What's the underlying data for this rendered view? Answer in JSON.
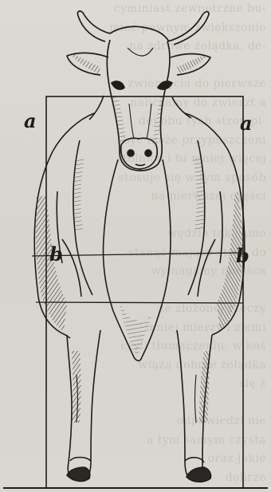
{
  "figure": {
    "markers": {
      "a_left": "a",
      "a_right": "a",
      "b_left": "b",
      "b_right": "b"
    }
  },
  "bleed_through_lines": [
    "cyminiast zewnętrzne bu-",
    "mieć pewnym zwiększonie",
    "na zdrowe żołądka, de-",
    "",
    "zwierzęcia do pierwsze",
    "naliczamy do zwierzt a",
    "dej obu tych stron pi-",
    "być może przypuszczeni",
    "stolnice i tu mniej więcej",
    "stosuje się w tym sposób",
    "na pierwszej części",
    "",
    "wędzie tak samo",
    "stanąć mający stron do",
    "wymagamy miejsca",
    "",
    "ze złożonej rzeczy",
    "mniej mierzy i ziemi",
    "czyli tłumaczeniu, w koś",
    "wiążą dobrze żołądka",
    "się z",
    "",
    "odpowiedzi nie",
    "a tym samym czystą",
    "oraz jakie",
    "dobrze"
  ]
}
